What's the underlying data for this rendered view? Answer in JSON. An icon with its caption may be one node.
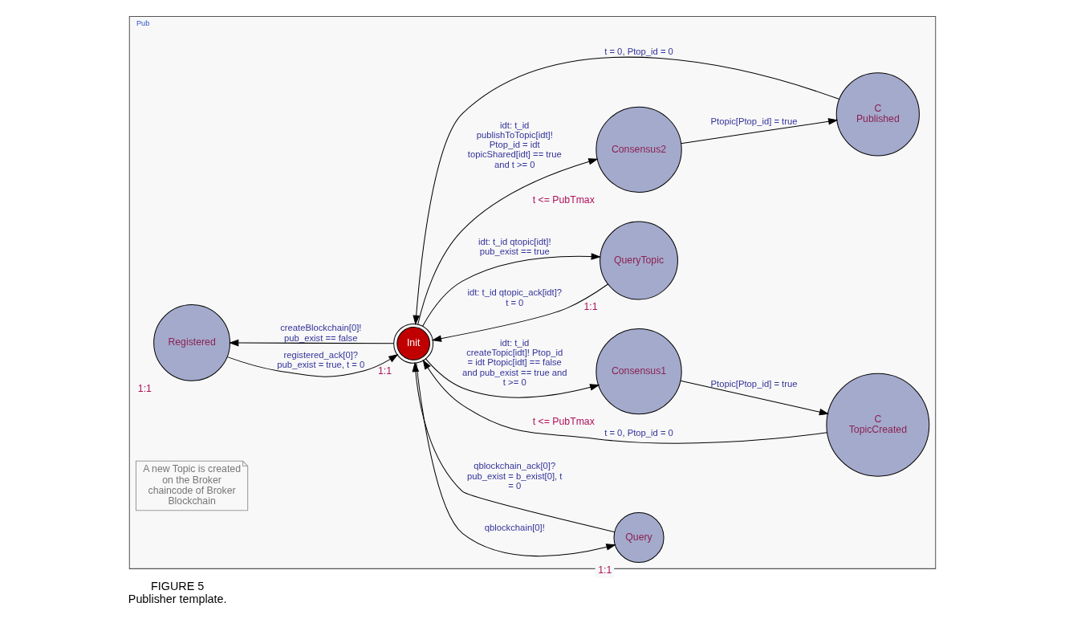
{
  "diagram": {
    "title": "FIGURE 5",
    "caption": "Publisher template.",
    "nodes": [
      {
        "text": [
          "Pub"
        ]
      },
      {
        "text": [
          "Registered"
        ],
        "beside": [
          "1:1"
        ],
        "in": 0
      },
      {
        "text": [
          "Query"
        ],
        "beside": [
          "1:1"
        ],
        "in": 0
      },
      {
        "text": [
          "Init"
        ],
        "beside": [
          "1:1"
        ],
        "in": 0
      },
      {
        "text": [
          "Consensus1"
        ],
        "beside": [
          "t <= PubTmax"
        ],
        "in": 0
      },
      {
        "text": [
          "C",
          "TopicCreated"
        ],
        "in": 0
      },
      {
        "text": [
          "QueryTopic"
        ],
        "beside": [
          "1:1"
        ],
        "in": 0
      },
      {
        "text": [
          "Consensus2"
        ],
        "beside": [
          "t <= PubTmax"
        ],
        "in": 0
      },
      {
        "text": [
          "C",
          "Published"
        ],
        "in": 0
      },
      {
        "text": [
          "A new Topic is created on the Broker chaincode of Broker Blockchain"
        ],
        "in": 0
      }
    ],
    "edges": [
      {
        "from": 3,
        "to": 1,
        "arrow": "to",
        "label": "createBlockchain[0]! pub_exist == false"
      },
      {
        "from": 1,
        "to": 3,
        "arrow": "to",
        "label": "registered_ack[0]? pub_exist = true, t = 0"
      },
      {
        "from": 2,
        "to": 3,
        "arrow": "to",
        "label": "qblockchain_ack[0]? pub_exist = b_exist[0], t = 0"
      },
      {
        "from": 3,
        "to": 2,
        "arrow": "to",
        "label": "qblockchain[0]!"
      },
      {
        "from": 3,
        "to": 4,
        "arrow": "to",
        "label": "idt: t_id createTopic[idt]! Ptop_id = idt Ptopic[idt] == false and pub_exist == true and t >= 0"
      },
      {
        "from": 4,
        "to": 5,
        "arrow": "to",
        "label": "Ptopic[Ptop_id] = true"
      },
      {
        "from": 5,
        "to": 3,
        "arrow": "to",
        "label": "t = 0, Ptop_id = 0"
      },
      {
        "from": 3,
        "to": 6,
        "arrow": "to",
        "label": "idt: t_id qtopic[idt]! pub_exist == true"
      },
      {
        "from": 6,
        "to": 3,
        "arrow": "to",
        "label": "idt: t_id qtopic_ack[idt]? t = 0"
      },
      {
        "from": 3,
        "to": 7,
        "arrow": "to",
        "label": "idt: t_id publishToTopic[idt]! Ptop_id = idt topicShared[idt] == true and t >= 0"
      },
      {
        "from": 7,
        "to": 8,
        "arrow": "to",
        "label": "Ptopic[Ptop_id] = true"
      },
      {
        "from": 8,
        "to": 3,
        "arrow": "to",
        "label": "t = 0, Ptop_id = 0"
      }
    ]
  }
}
